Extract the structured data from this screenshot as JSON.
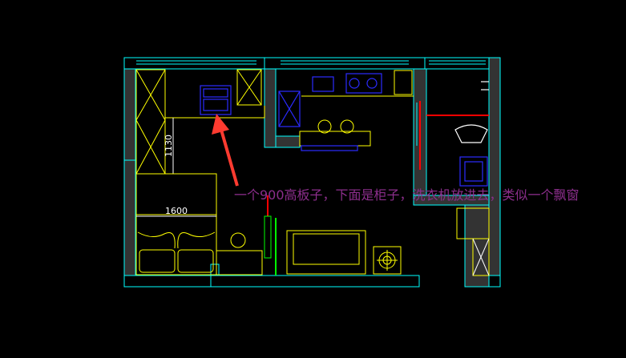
{
  "plan": {
    "dimension_width": "1600",
    "dimension_height": "1130",
    "annotation": "一个900高板子，下面是柜子，洗衣机放进去，类似一个飘窗"
  },
  "colors": {
    "background": "#000000",
    "wall": "#00ffff",
    "furniture": "#ffff00",
    "appliance": "#0000ff",
    "dimension": "#ffffff",
    "annotation": "#8c2e8c",
    "arrow": "#ff3b30",
    "door_red": "#ff0000",
    "green": "#00ff00",
    "wall_fill": "#333333"
  }
}
